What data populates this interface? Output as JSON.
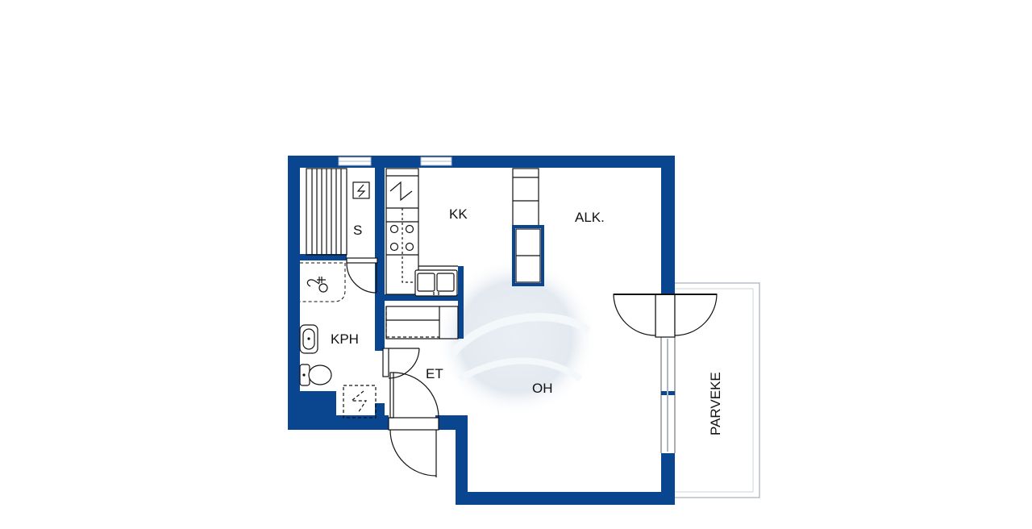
{
  "plan": {
    "wall_color": "#0a4590",
    "line_color": "#111111",
    "window_color": "#aab8c8",
    "watermark_color": "#c9d3de"
  },
  "rooms": {
    "sauna": "S",
    "kitchen": "KK",
    "alcove": "ALK.",
    "bathroom": "KPH",
    "entry": "ET",
    "living_room": "OH",
    "balcony": "PARVEKE"
  }
}
